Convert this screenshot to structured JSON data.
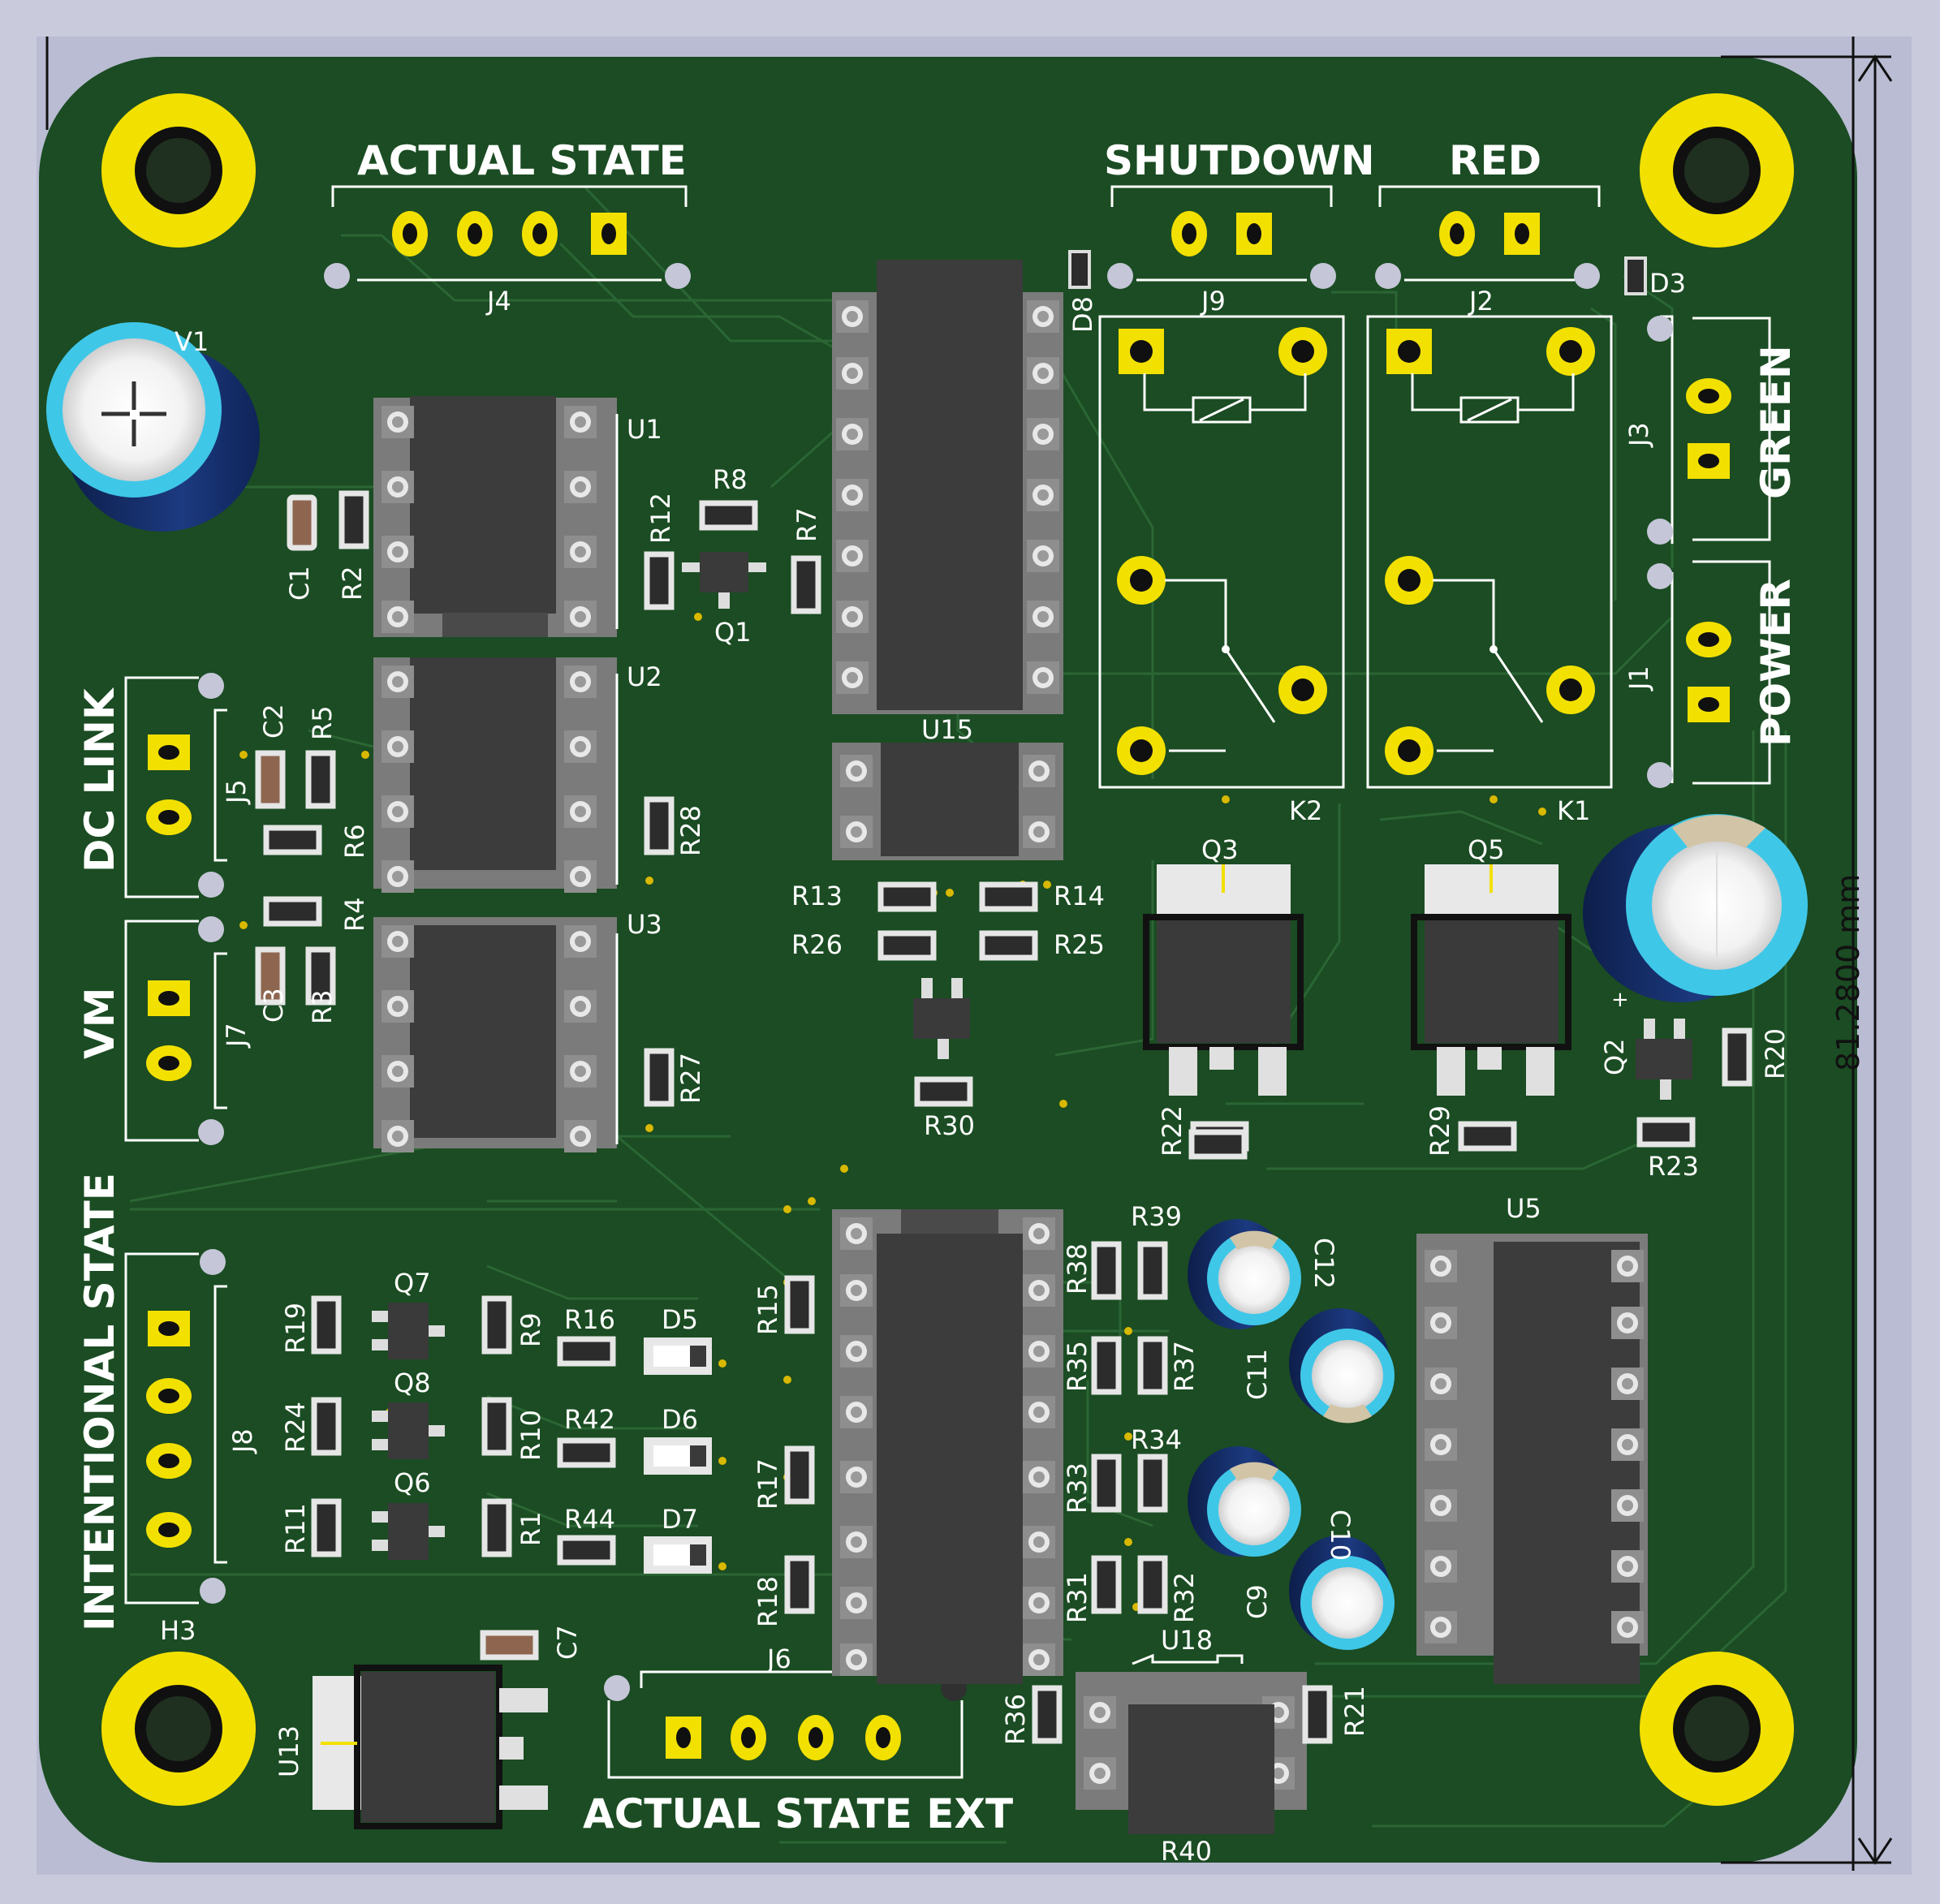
{
  "colors": {
    "background": "#c9cbdc",
    "board": "#1b4c23",
    "trace": "#2b6634",
    "silkscreen": "#ffffff",
    "pad": "#f2e000",
    "ic_body": "#3c3c3c",
    "smd_body": "#2c2c2c",
    "cap_ring": "#3fc7e8"
  },
  "labels": {
    "actual_state": "ACTUAL STATE",
    "shutdown": "SHUTDOWN",
    "red": "RED",
    "green": "GREEN",
    "power": "POWER",
    "dc_link": "DC LINK",
    "vm": "VM",
    "intentional_state": "INTENTIONAL STATE",
    "actual_state_ext": "ACTUAL STATE EXT"
  },
  "dimension": {
    "text": "81.2800 mm"
  },
  "refs": {
    "J4": "J4",
    "J9": "J9",
    "J2": "J2",
    "D3": "D3",
    "D8": "D8",
    "J3": "J3",
    "J1": "J1",
    "V1": "V1",
    "U1": "U1",
    "U2": "U2",
    "U3": "U3",
    "U15": "U15",
    "U5": "U5",
    "U13": "U13",
    "U18": "U18",
    "K1": "K1",
    "K2": "K2",
    "Q1": "Q1",
    "Q2": "Q2",
    "Q3": "Q3",
    "Q5": "Q5",
    "Q6": "Q6",
    "Q7": "Q7",
    "Q8": "Q8",
    "C1": "C1",
    "C2": "C2",
    "C3": "C3",
    "C7": "C7",
    "C9": "C9",
    "C10": "C10",
    "C11": "C11",
    "C12": "C12",
    "J5": "J5",
    "J7": "J7",
    "J8": "J8",
    "J6": "J6",
    "H3": "H3",
    "D5": "D5",
    "D6": "D6",
    "D7": "D7",
    "R1": "R1",
    "R2": "R2",
    "R3": "R3",
    "R4": "R4",
    "R5": "R5",
    "R6": "R6",
    "R7": "R7",
    "R8": "R8",
    "R9": "R9",
    "R10": "R10",
    "R11": "R11",
    "R12": "R12",
    "R13": "R13",
    "R14": "R14",
    "R15": "R15",
    "R16": "R16",
    "R17": "R17",
    "R18": "R18",
    "R19": "R19",
    "R20": "R20",
    "R21": "R21",
    "R22": "R22",
    "R23": "R23",
    "R24": "R24",
    "R25": "R25",
    "R26": "R26",
    "R27": "R27",
    "R28": "R28",
    "R29": "R29",
    "R30": "R30",
    "R31": "R31",
    "R32": "R32",
    "R33": "R33",
    "R34": "R34",
    "R35": "R35",
    "R36": "R36",
    "R37": "R37",
    "R38": "R38",
    "R39": "R39",
    "R40": "R40",
    "R42": "R42",
    "R44": "R44"
  }
}
